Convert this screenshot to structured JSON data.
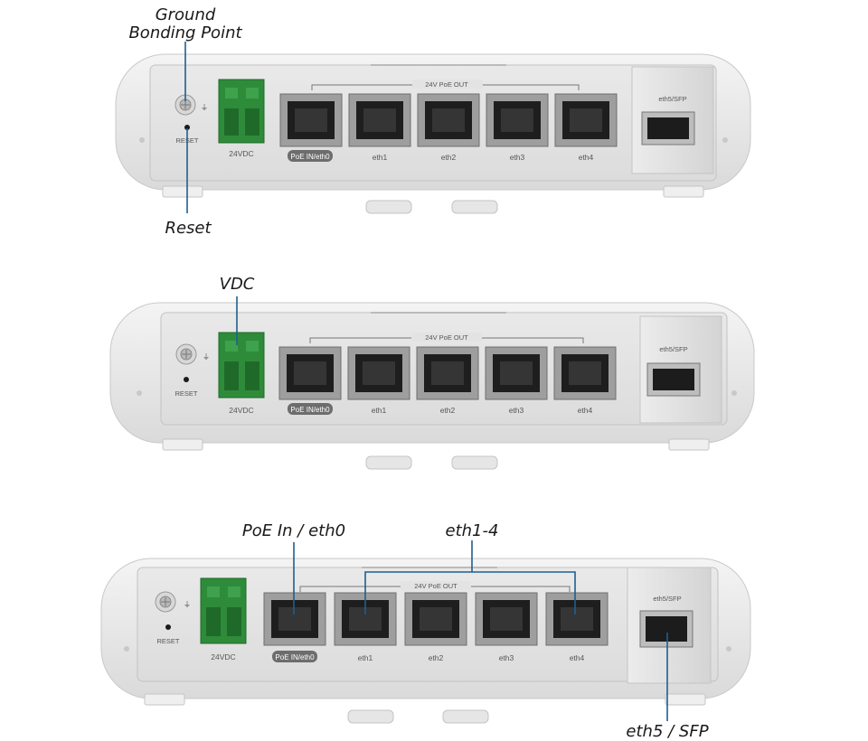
{
  "callouts": {
    "ground": "Ground",
    "bonding": "Bonding Point",
    "reset": "Reset",
    "vdc": "VDC",
    "poe_in": "PoE In / eth0",
    "eth1_4": "eth1-4",
    "eth5_sfp": "eth5 / SFP"
  },
  "device": {
    "reset_label": "RESET",
    "power_label": "24VDC",
    "poe_out_label": "24V PoE OUT",
    "poe_in_label": "PoE IN/eth0",
    "ports": [
      "eth1",
      "eth2",
      "eth3",
      "eth4"
    ],
    "sfp_label": "eth5/SFP",
    "ground_symbol": "⏚"
  },
  "colors": {
    "terminal_green": "#2e8b3a",
    "leader_blue": "#1f5f8f",
    "pill": "#6d6d6d"
  }
}
